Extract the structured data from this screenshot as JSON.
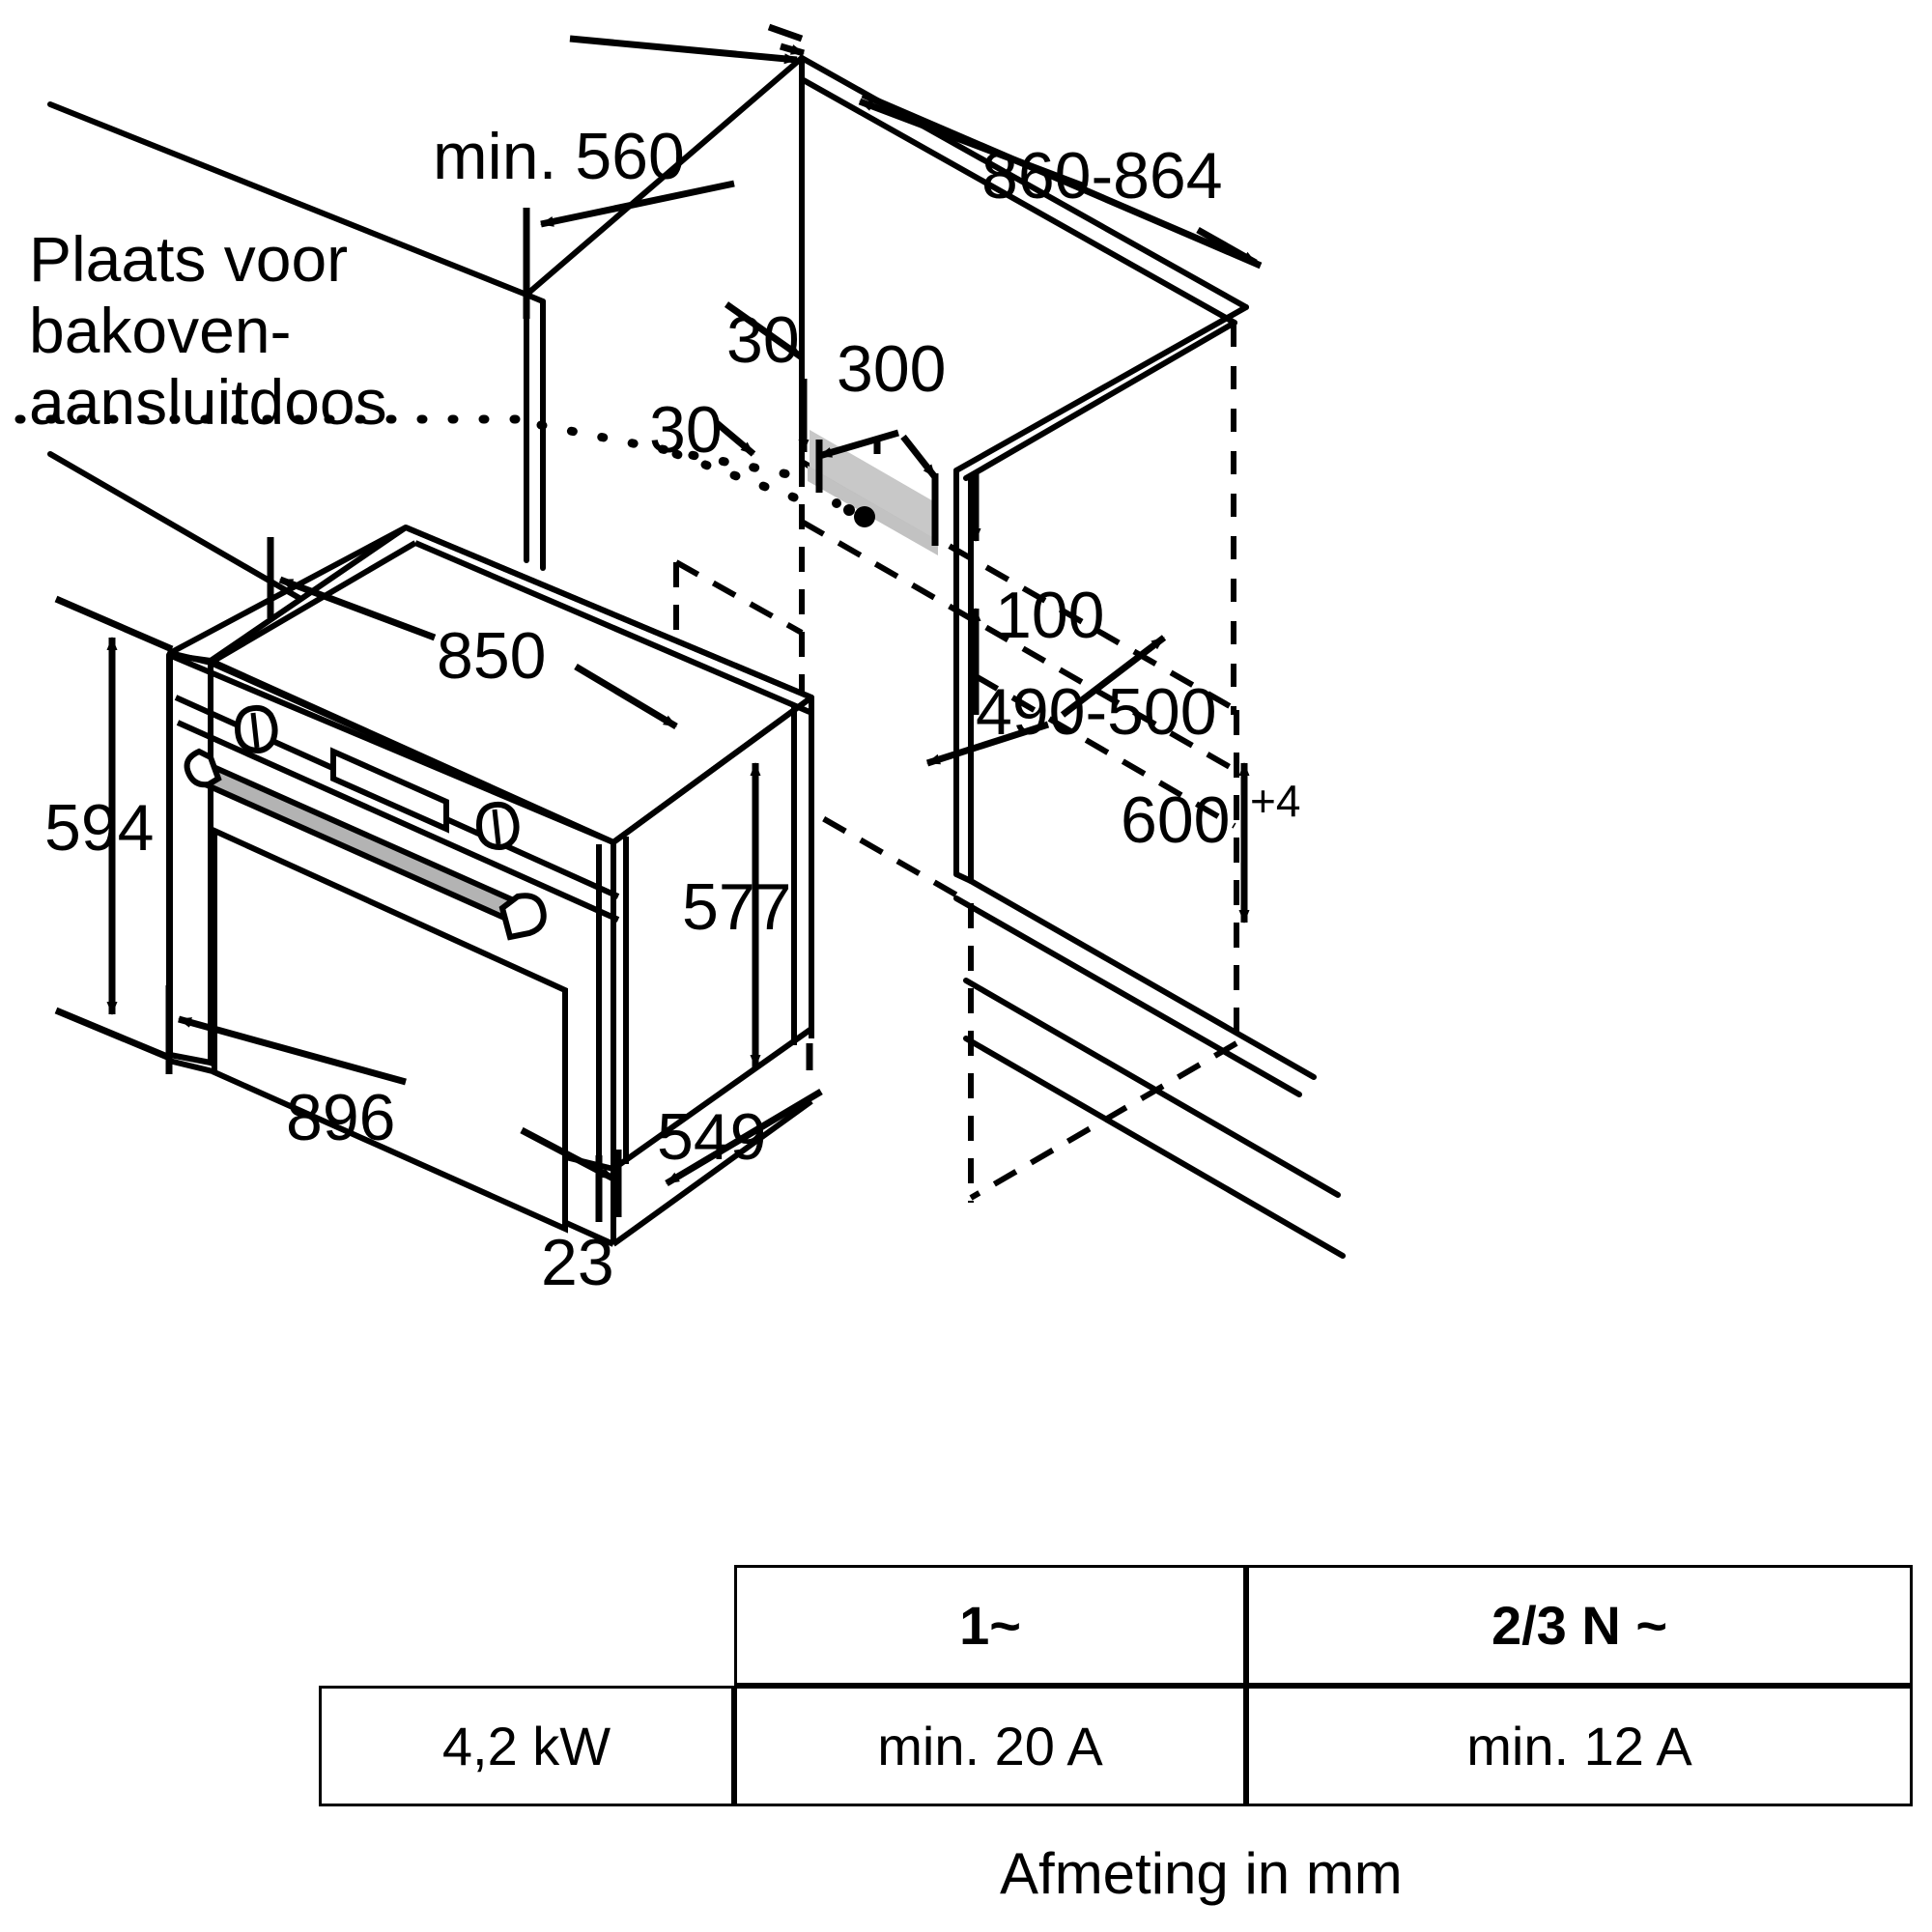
{
  "diagram": {
    "title_note": "Plaats voor bakoven-aansluitdoos",
    "note_lines": [
      "Plaats voor",
      "bakoven-",
      "aansluitdoos"
    ],
    "unit_note": "Afmeting in mm",
    "dimensions": {
      "niche_depth_min": "min. 560",
      "niche_height": "860-864",
      "outlet_offset_top": "30",
      "outlet_offset_side": "30",
      "outlet_width": "300",
      "appliance_width_top": "850",
      "appliance_height": "594",
      "niche_inner_height": "577",
      "appliance_front_width": "896",
      "appliance_depth": "549",
      "door_thickness": "23",
      "shelf_gap": "100",
      "niche_depth_range": "490-500",
      "niche_width": "600",
      "niche_width_tol": "+4"
    }
  },
  "spec_table": {
    "columns": [
      "",
      "1~",
      "2/3 N ~"
    ],
    "rows": [
      {
        "power": "4,2 kW",
        "single_phase": "min. 20 A",
        "three_phase": "min. 12 A"
      }
    ]
  },
  "colors": {
    "line": "#000000",
    "handle_fill": "#b3b3b3",
    "outlet_fill": "#c8c8c8",
    "background": "#ffffff"
  }
}
